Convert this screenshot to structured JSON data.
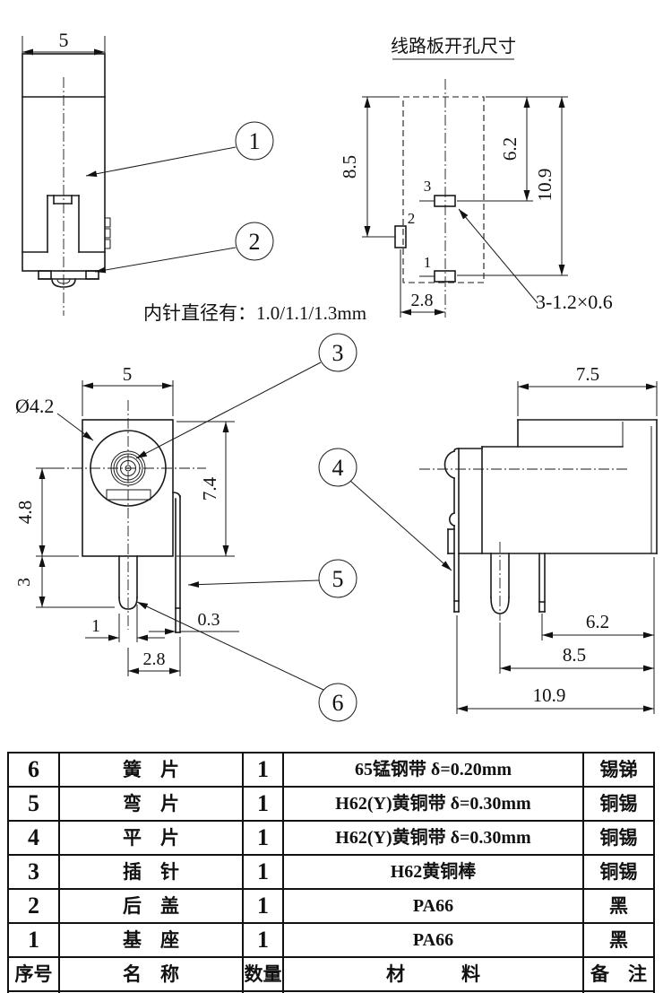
{
  "drawing": {
    "note": "内针直径有：1.0/1.1/1.3mm",
    "top_view": {
      "dim_width": "5"
    },
    "pcb_view": {
      "title": "线路板开孔尺寸",
      "dim_left": "8.5",
      "dim_inner": "6.2",
      "dim_outer": "10.9",
      "dim_bottom": "2.8",
      "slot_note": "3-1.2×0.6",
      "pad_1": "1",
      "pad_2": "2",
      "pad_3": "3"
    },
    "front_view": {
      "dim_width": "5",
      "dim_dia": "Ø4.2",
      "dim_height": "7.4",
      "dim_4_8": "4.8",
      "dim_3": "3",
      "dim_1": "1",
      "dim_0_3": "0.3",
      "dim_2_8": "2.8"
    },
    "right_view": {
      "dim_depth": "7.5",
      "dim_6_2": "6.2",
      "dim_8_5": "8.5",
      "dim_10_9": "10.9"
    },
    "balloons": [
      "1",
      "2",
      "3",
      "4",
      "5",
      "6"
    ]
  },
  "bom": {
    "header": {
      "no": "序号",
      "name": "名　称",
      "qty": "数量",
      "material": "材　　　料",
      "remark": "备　注"
    },
    "rows": [
      {
        "no": "6",
        "name": "簧　片",
        "qty": "1",
        "material": "65锰钢带 δ=0.20mm",
        "remark": "锡锑"
      },
      {
        "no": "5",
        "name": "弯　片",
        "qty": "1",
        "material": "H62(Y)黄铜带 δ=0.30mm",
        "remark": "铜锡"
      },
      {
        "no": "4",
        "name": "平　片",
        "qty": "1",
        "material": "H62(Y)黄铜带 δ=0.30mm",
        "remark": "铜锡"
      },
      {
        "no": "3",
        "name": "插　针",
        "qty": "1",
        "material": "H62黄铜棒",
        "remark": "铜锡"
      },
      {
        "no": "2",
        "name": "后　盖",
        "qty": "1",
        "material": "PA66",
        "remark": "黑"
      },
      {
        "no": "1",
        "name": "基　座",
        "qty": "1",
        "material": "PA66",
        "remark": "黑"
      }
    ]
  }
}
